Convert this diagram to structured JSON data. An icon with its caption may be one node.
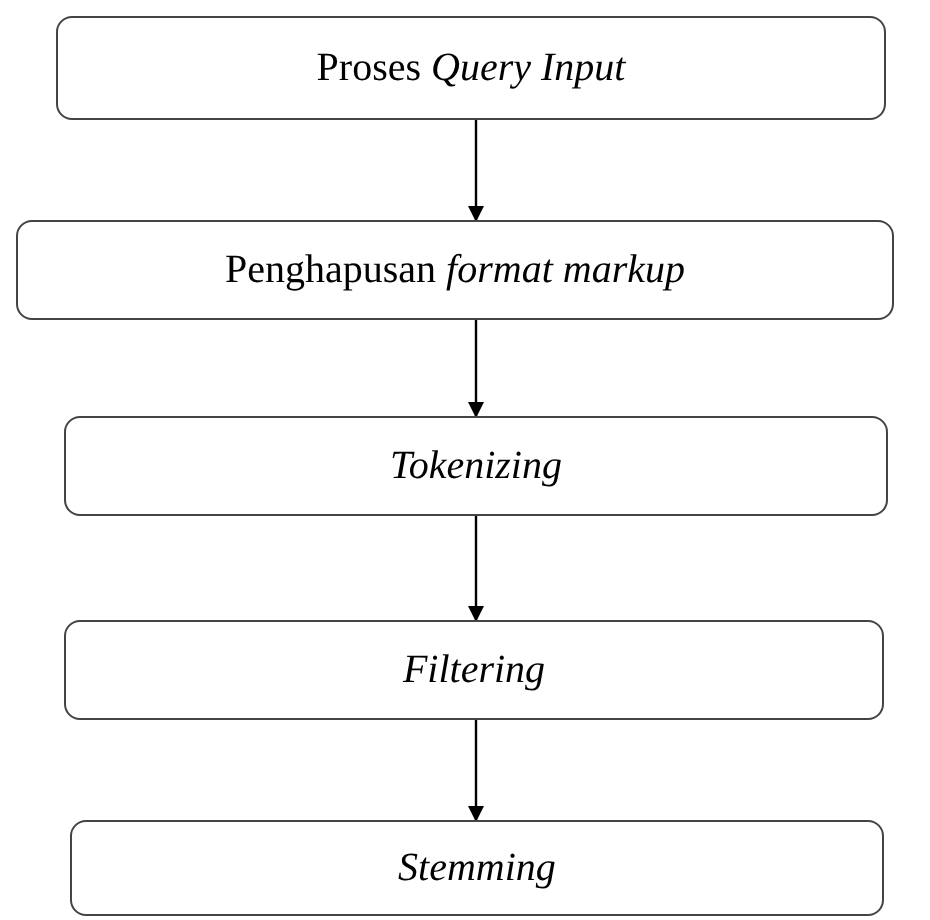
{
  "diagram": {
    "nodes": [
      {
        "text": [
          "Proses *Query Input*"
        ]
      },
      {
        "text": [
          "Penghapusan *format markup*"
        ]
      },
      {
        "text": [
          "*Tokenizing*"
        ]
      },
      {
        "text": [
          "*Filtering*"
        ]
      },
      {
        "text": [
          "*Stemming*"
        ]
      }
    ],
    "edges": [
      {
        "from": 0,
        "to": 1,
        "arrow": "to"
      },
      {
        "from": 1,
        "to": 2,
        "arrow": "to"
      },
      {
        "from": 2,
        "to": 3,
        "arrow": "to"
      },
      {
        "from": 3,
        "to": 4,
        "arrow": "to"
      }
    ]
  }
}
